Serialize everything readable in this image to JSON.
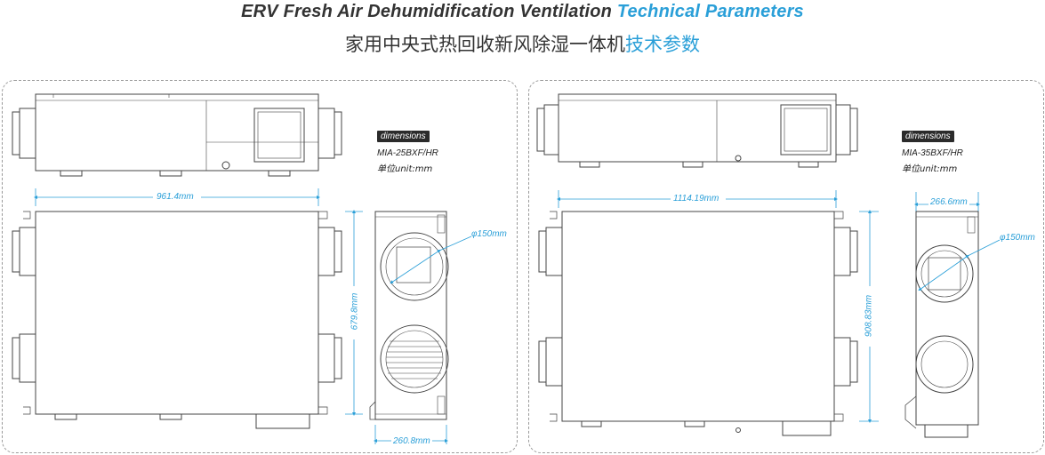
{
  "header": {
    "title_en_main": "ERV Fresh Air Dehumidification Ventilation",
    "title_en_accent": "Technical Parameters",
    "title_cn_main": "家用中央式热回收新风除湿一体机",
    "title_cn_accent": "技术参数"
  },
  "left": {
    "badge": "dimensions",
    "model": "MIA-25BXF/HR",
    "unit": "单位unit:mm",
    "width": "961.4mm",
    "height": "679.8mm",
    "depth": "260.8mm",
    "duct": "φ150mm"
  },
  "right": {
    "badge": "dimensions",
    "model": "MIA-35BXF/HR",
    "unit": "单位unit:mm",
    "width": "1114.19mm",
    "height": "908.83mm",
    "depth": "266.6mm",
    "duct": "φ150mm"
  },
  "colors": {
    "accent": "#2a9fd8",
    "line": "#444444",
    "dashed_border": "#9a9a9a"
  }
}
